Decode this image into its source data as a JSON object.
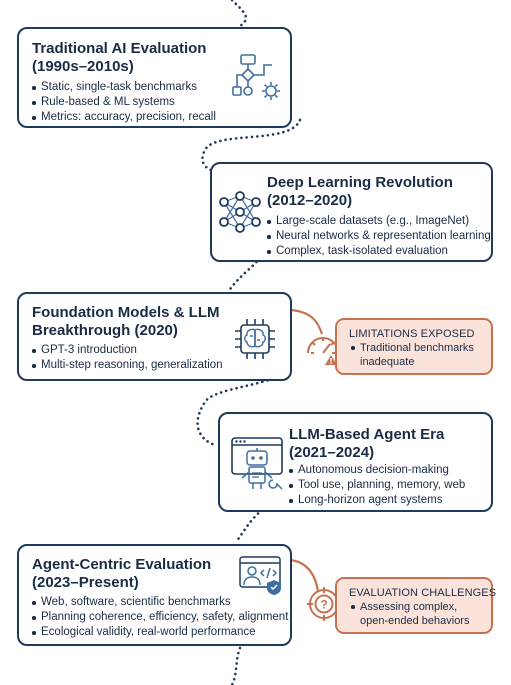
{
  "stages": [
    {
      "title_line1": "Traditional AI Evaluation",
      "title_line2": "(1990s–2010s)",
      "bullets": [
        "Static, single-task benchmarks",
        "Rule-based & ML systems",
        "Metrics: accuracy, precision, recall"
      ],
      "icon": "flowchart-gear-icon"
    },
    {
      "title_line1": "Deep Learning Revolution",
      "title_line2": "(2012–2020)",
      "bullets": [
        "Large-scale datasets (e.g., ImageNet)",
        "Neural networks & representation learning",
        "Complex, task-isolated evaluation"
      ],
      "icon": "neural-network-icon"
    },
    {
      "title_line1": "Foundation Models & LLM",
      "title_line2": "Breakthrough (2020)",
      "bullets": [
        "GPT-3 introduction",
        "Multi-step reasoning, generalization"
      ],
      "icon": "brain-chip-icon"
    },
    {
      "title_line1": "LLM-Based Agent Era",
      "title_line2": "(2021–2024)",
      "bullets": [
        "Autonomous decision-making",
        "Tool use, planning, memory, web",
        "Long-horizon agent systems"
      ],
      "icon": "robot-agent-icon"
    },
    {
      "title_line1": "Agent-Centric Evaluation",
      "title_line2": "(2023–Present)",
      "bullets": [
        "Web, software, scientific benchmarks",
        "Planning coherence, efficiency, safety, alignment",
        "Ecological validity, real-world performance"
      ],
      "icon": "user-code-shield-icon"
    }
  ],
  "callouts": [
    {
      "title": "LIMITATIONS EXPOSED",
      "bullet_line1": "Traditional benchmarks",
      "bullet_line2": "inadequate",
      "icon": "gauge-warning-icon"
    },
    {
      "title": "EVALUATION CHALLENGES",
      "bullet_line1": "Assessing complex,",
      "bullet_line2": "open-ended behaviors",
      "icon": "target-question-icon"
    }
  ],
  "colors": {
    "navy": "#1f3a5c",
    "accent_orange": "#c8714f",
    "callout_fill": "#fbe3dc",
    "icon_blue": "#3f6f9f"
  }
}
